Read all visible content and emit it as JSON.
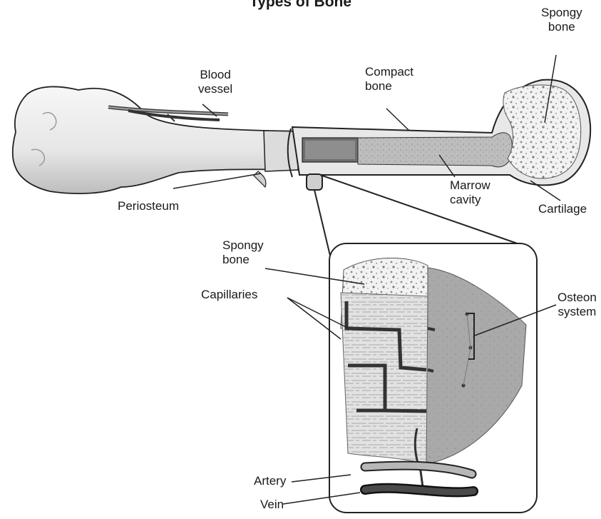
{
  "title": "Types of Bone",
  "labels": {
    "spongy_bone_top": [
      "Spongy",
      "bone"
    ],
    "blood_vessel": [
      "Blood",
      "vessel"
    ],
    "compact_bone": [
      "Compact",
      "bone"
    ],
    "marrow_cavity": [
      "Marrow",
      "cavity"
    ],
    "periosteum": "Periosteum",
    "cartilage": "Cartilage",
    "spongy_bone_inset": [
      "Spongy",
      "bone"
    ],
    "capillaries": "Capillaries",
    "osteon_system": [
      "Osteon",
      "system"
    ],
    "artery": "Artery",
    "vein": "Vein"
  },
  "colors": {
    "outline": "#222222",
    "bone_fill": "#ececec",
    "bone_shade": "#c9c9c9",
    "spongy_fill": "#f4f4f4",
    "compact_fill": "#8e8e8e",
    "vessel_dark": "#3a3a3a",
    "artery_fill": "#9a9a9a"
  }
}
